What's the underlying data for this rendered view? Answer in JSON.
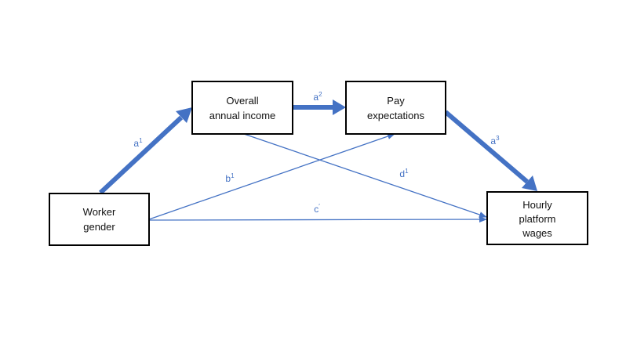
{
  "nodes": {
    "worker_gender": {
      "line1": "Worker",
      "line2": "gender"
    },
    "overall_income": {
      "line1": "Overall",
      "line2": "annual income"
    },
    "pay_expectations": {
      "line1": "Pay",
      "line2": "expectations"
    },
    "hourly_wages": {
      "line1": "Hourly",
      "line2": "platform",
      "line3": "wages"
    }
  },
  "edges": {
    "a1": {
      "base": "a",
      "sup": "1"
    },
    "a2": {
      "base": "a",
      "sup": "2"
    },
    "a3": {
      "base": "a",
      "sup": "3"
    },
    "b1": {
      "base": "b",
      "sup": "1"
    },
    "c_prime": {
      "base": "c",
      "sup": "′"
    },
    "d1": {
      "base": "d",
      "sup": "1"
    }
  },
  "colors": {
    "arrow": "#4472C4",
    "box_border": "#000000",
    "text": "#111111"
  }
}
